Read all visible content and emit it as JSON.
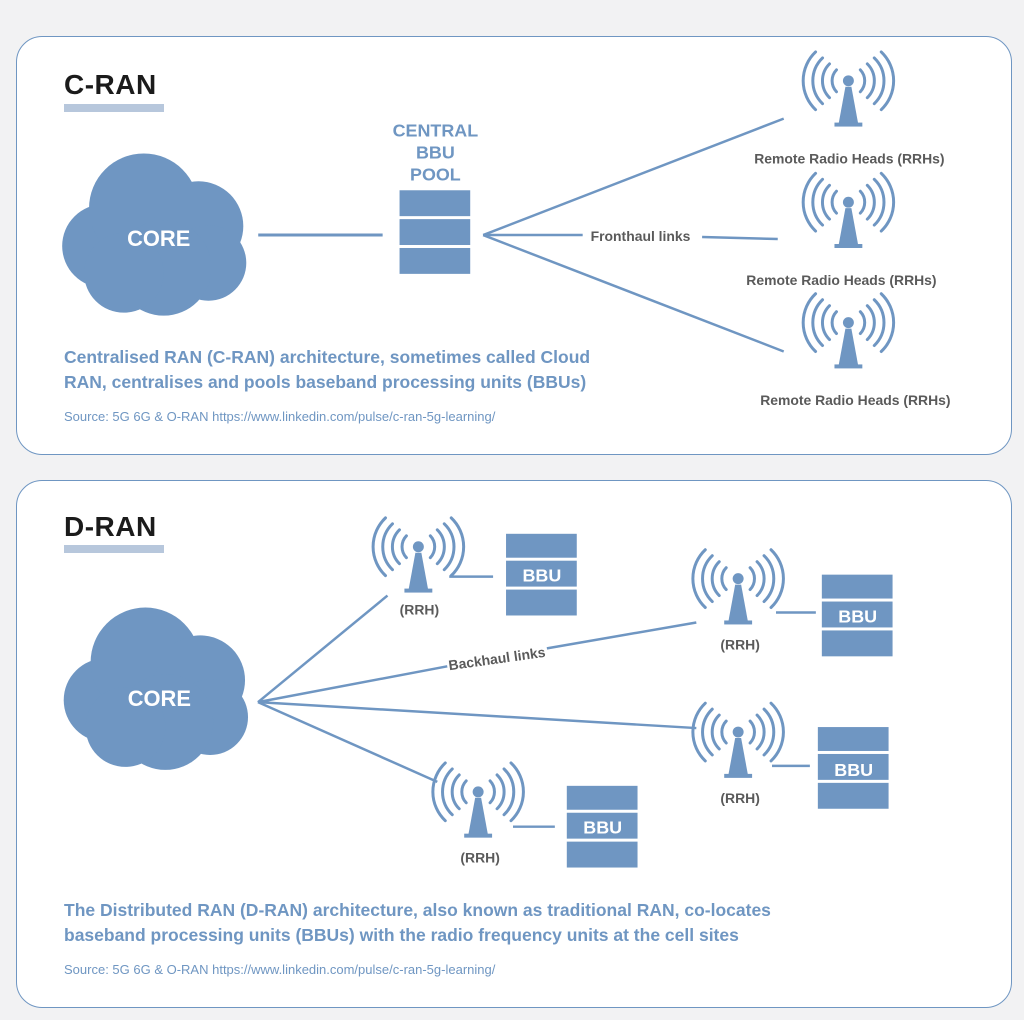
{
  "colors": {
    "accent": "#6f96c2",
    "text_dark": "#1b1b1b",
    "text_gray": "#5a5a5a",
    "underline": "#b7c7dc",
    "background": "#f2f2f3"
  },
  "icons": [
    "cloud-core-icon",
    "antenna-tower-icon",
    "bbu-stack-icon"
  ],
  "cran": {
    "title": "C-RAN",
    "core_label": "CORE",
    "pool_label": [
      "CENTRAL",
      "BBU",
      "POOL"
    ],
    "fronthaul_label": "Fronthaul links",
    "rrh_labels": [
      "Remote Radio Heads (RRHs)",
      "Remote Radio Heads (RRHs)",
      "Remote Radio Heads (RRHs)"
    ],
    "caption_lines": [
      "Centralised RAN (C-RAN) architecture, sometimes called Cloud",
      "RAN, centralises and pools baseband processing units (BBUs)"
    ],
    "source": "Source: 5G 6G & O-RAN https://www.linkedin.com/pulse/c-ran-5g-learning/"
  },
  "dran": {
    "title": "D-RAN",
    "core_label": "CORE",
    "backhaul_label": "Backhaul links",
    "sites": [
      {
        "rrh_label": "(RRH)",
        "bbu_label": "BBU"
      },
      {
        "rrh_label": "(RRH)",
        "bbu_label": "BBU"
      },
      {
        "rrh_label": "(RRH)",
        "bbu_label": "BBU"
      },
      {
        "rrh_label": "(RRH)",
        "bbu_label": "BBU"
      }
    ],
    "caption_lines": [
      "The Distributed RAN (D-RAN) architecture, also known as traditional RAN, co-locates",
      "baseband processing units (BBUs) with the radio frequency units at the cell sites"
    ],
    "source": "Source: 5G 6G & O-RAN https://www.linkedin.com/pulse/c-ran-5g-learning/"
  }
}
